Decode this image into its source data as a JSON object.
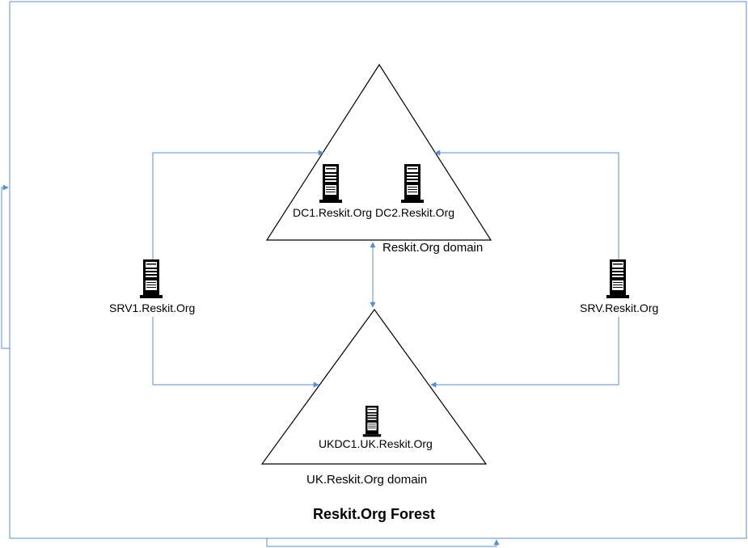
{
  "diagram": {
    "forest_label": "Reskit.Org Forest",
    "domains": [
      {
        "id": "reskit",
        "label": "Reskit.Org domain"
      },
      {
        "id": "uk",
        "label": "UK.Reskit.Org domain"
      }
    ],
    "servers": [
      {
        "id": "dc1",
        "label": "DC1.Reskit.Org",
        "icon": "server-tower-icon"
      },
      {
        "id": "dc2",
        "label": "DC2.Reskit.Org",
        "icon": "server-tower-icon"
      },
      {
        "id": "ukdc1",
        "label": "UKDC1.UK.Reskit.Org",
        "icon": "server-tower-icon"
      },
      {
        "id": "srv1",
        "label": "SRV1.Reskit.Org",
        "icon": "server-tower-icon"
      },
      {
        "id": "srv",
        "label": "SRV.Reskit.Org",
        "icon": "server-tower-icon"
      }
    ],
    "colors": {
      "connector": "#5b8ec9",
      "border": "#5b8ec9",
      "shape": "#000000"
    }
  }
}
